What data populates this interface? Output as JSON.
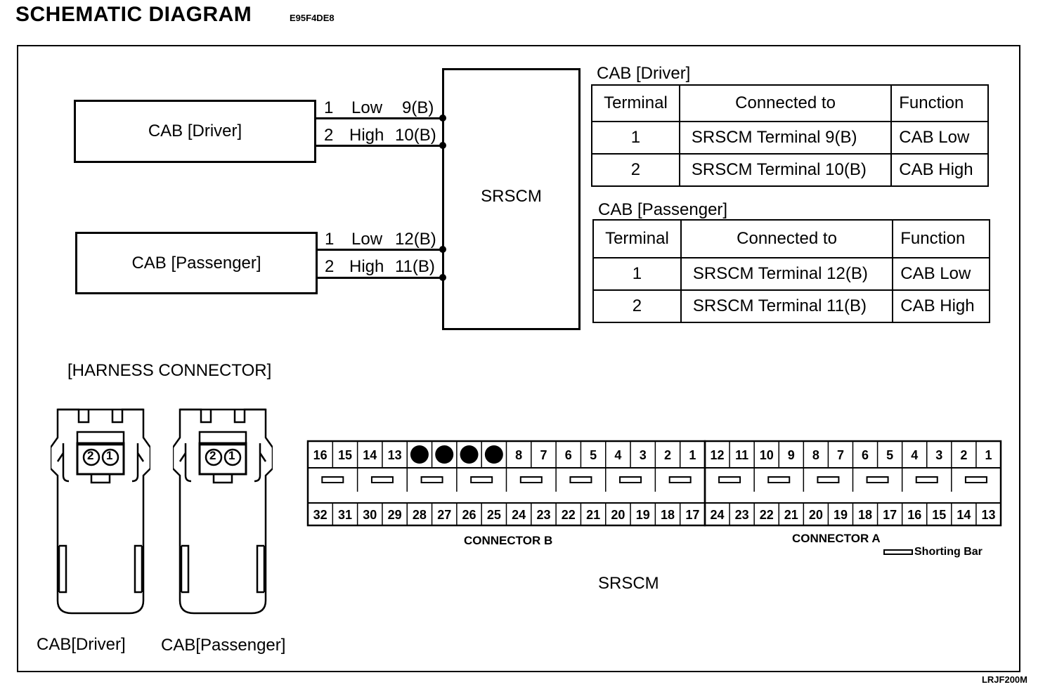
{
  "header": {
    "title": "SCHEMATIC DIAGRAM",
    "code": "E95F4DE8"
  },
  "schematic": {
    "driver_box": "CAB [Driver]",
    "passenger_box": "CAB [Passenger]",
    "module_box": "SRSCM",
    "driver_wires": [
      {
        "pin": "1",
        "name": "Low",
        "terminal": "9(B)"
      },
      {
        "pin": "2",
        "name": "High",
        "terminal": "10(B)"
      }
    ],
    "passenger_wires": [
      {
        "pin": "1",
        "name": "Low",
        "terminal": "12(B)"
      },
      {
        "pin": "2",
        "name": "High",
        "terminal": "11(B)"
      }
    ]
  },
  "tables": {
    "driver": {
      "title": "CAB [Driver]",
      "headers": [
        "Terminal",
        "Connected to",
        "Function"
      ],
      "rows": [
        [
          "1",
          "SRSCM Terminal 9(B)",
          "CAB Low"
        ],
        [
          "2",
          "SRSCM Terminal 10(B)",
          "CAB High"
        ]
      ]
    },
    "passenger": {
      "title": "CAB [Passenger]",
      "headers": [
        "Terminal",
        "Connected to",
        "Function"
      ],
      "rows": [
        [
          "1",
          "SRSCM Terminal 12(B)",
          "CAB Low"
        ],
        [
          "2",
          "SRSCM Terminal 11(B)",
          "CAB High"
        ]
      ]
    }
  },
  "harness": {
    "title": "[HARNESS CONNECTOR]",
    "driver_caption": "CAB[Driver]",
    "passenger_caption": "CAB[Passenger]",
    "pin_labels": [
      "2",
      "1"
    ]
  },
  "srscm_connector": {
    "connector_b": {
      "label": "CONNECTOR B",
      "top_row": [
        "16",
        "15",
        "14",
        "13",
        "",
        "",
        "",
        "",
        "8",
        "7",
        "6",
        "5",
        "4",
        "3",
        "2",
        "1"
      ],
      "bottom_row": [
        "32",
        "31",
        "30",
        "29",
        "28",
        "27",
        "26",
        "25",
        "24",
        "23",
        "22",
        "21",
        "20",
        "19",
        "18",
        "17"
      ],
      "filled_top_indices": [
        4,
        5,
        6,
        7
      ]
    },
    "connector_a": {
      "label": "CONNECTOR A",
      "top_row": [
        "12",
        "11",
        "10",
        "9",
        "8",
        "7",
        "6",
        "5",
        "4",
        "3",
        "2",
        "1"
      ],
      "bottom_row": [
        "24",
        "23",
        "22",
        "21",
        "20",
        "19",
        "18",
        "17",
        "16",
        "15",
        "14",
        "13"
      ]
    },
    "legend": "Shorting Bar",
    "caption": "SRSCM"
  },
  "footer": {
    "ref": "LRJF200M"
  }
}
